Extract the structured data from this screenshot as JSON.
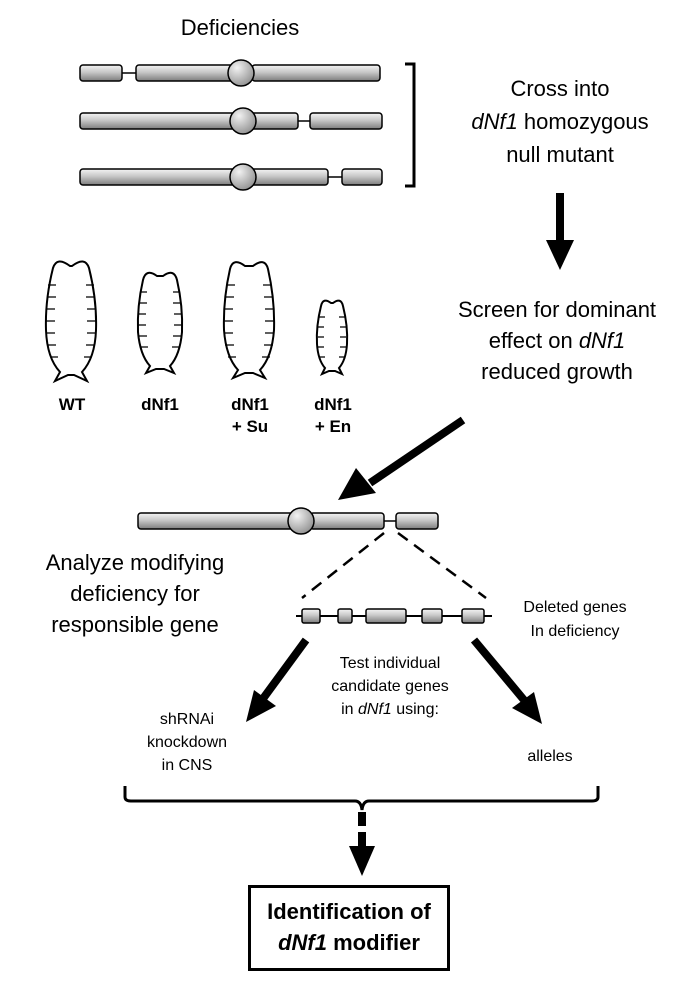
{
  "title": "Deficiencies",
  "step1": {
    "line1": "Cross into",
    "line2_italic": "dNf1",
    "line2_rest": " homozygous",
    "line3": "null mutant"
  },
  "step2": {
    "line1": "Screen for dominant",
    "line2_prefix": "effect on ",
    "line2_italic": "dNf1",
    "line3": "reduced growth"
  },
  "larvae": [
    {
      "label_line1": "WT",
      "label_line2": ""
    },
    {
      "label_line1": "dNf1",
      "label_line2": ""
    },
    {
      "label_line1": "dNf1",
      "label_line2": "+ Su"
    },
    {
      "label_line1": "dNf1",
      "label_line2": "+ En"
    }
  ],
  "analyze": {
    "line1": "Analyze modifying",
    "line2": "deficiency for",
    "line3": "responsible gene"
  },
  "deleted_genes": {
    "line1": "Deleted genes",
    "line2": "In deficiency"
  },
  "test": {
    "line1": "Test individual",
    "line2": "candidate genes",
    "line3_prefix": "in ",
    "line3_italic": "dNf1",
    "line3_rest": " using:"
  },
  "left_option": {
    "line1": "shRNAi",
    "line2": "knockdown",
    "line3": "in CNS"
  },
  "right_option": {
    "line1": "alleles"
  },
  "result": {
    "line1": "Identification of",
    "line2_italic": "dNf1",
    "line2_rest": " modifier"
  },
  "colors": {
    "chromosome_light": "#f2f2f2",
    "chromosome_dark": "#8c8c8c",
    "outline": "#000000"
  }
}
